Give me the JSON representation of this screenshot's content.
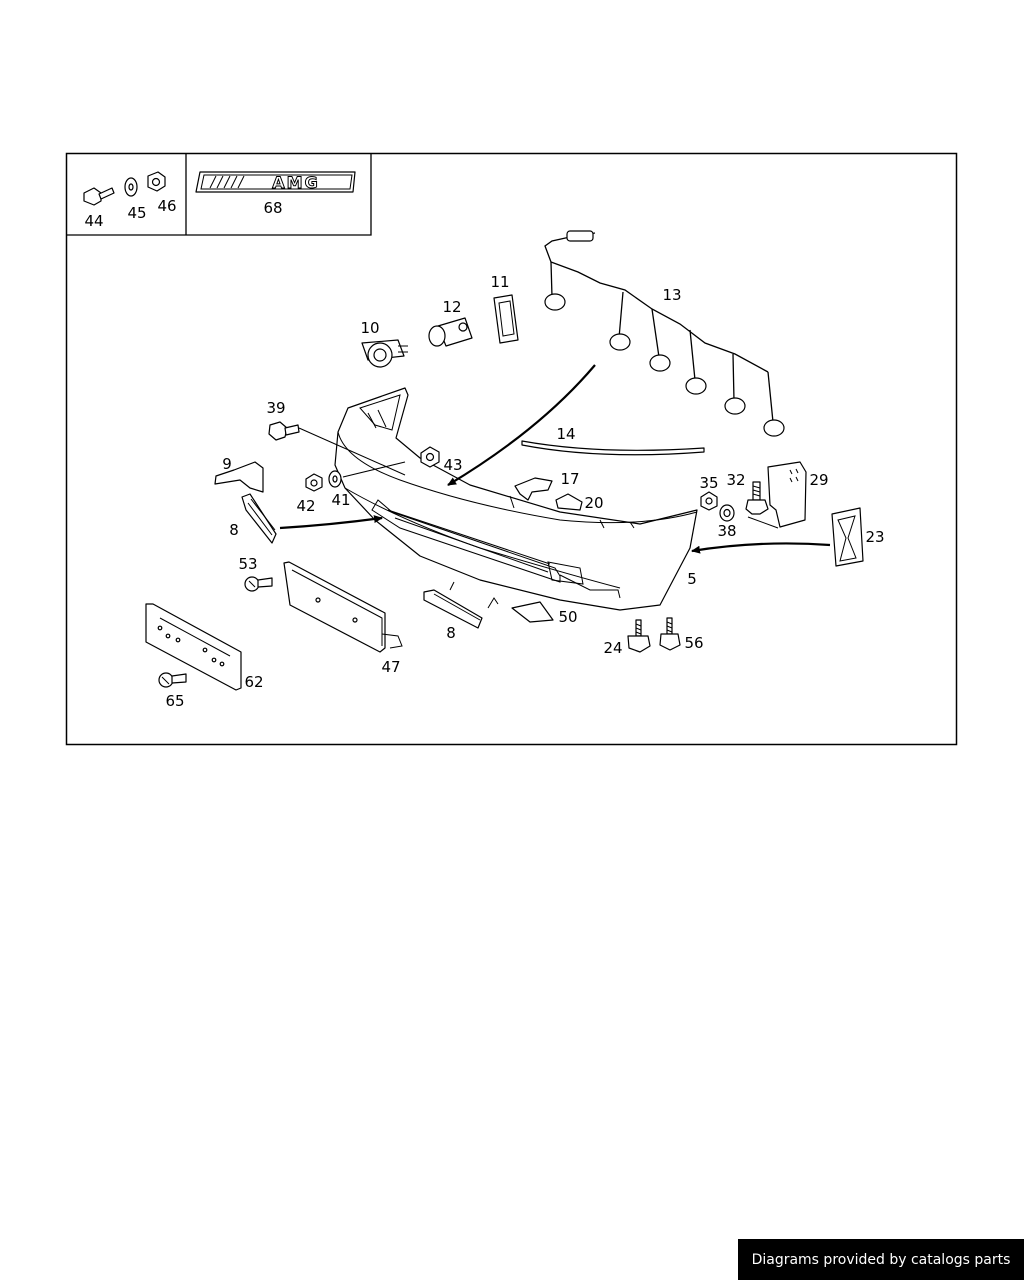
{
  "diagram": {
    "logo_text": "AMG",
    "callouts": {
      "p44": "44",
      "p45": "45",
      "p46": "46",
      "p68": "68",
      "p10": "10",
      "p11": "11",
      "p12": "12",
      "p13": "13",
      "p14": "14",
      "p39": "39",
      "p9": "9",
      "p43": "43",
      "p42": "42",
      "p41": "41",
      "p17": "17",
      "p20": "20",
      "p35": "35",
      "p32": "32",
      "p29": "29",
      "p38": "38",
      "p23": "23",
      "p8a": "8",
      "p8b": "8",
      "p5": "5",
      "p53": "53",
      "p50": "50",
      "p24": "24",
      "p56": "56",
      "p47": "47",
      "p62": "62",
      "p65": "65"
    }
  },
  "footer": {
    "credit": "Diagrams provided by catalogs parts"
  }
}
